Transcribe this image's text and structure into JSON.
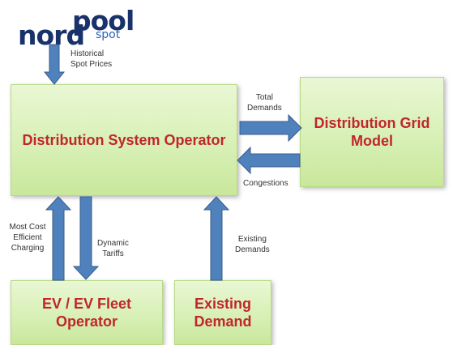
{
  "logo": {
    "part1": "nord",
    "part2": "pool",
    "part3": "spot"
  },
  "boxes": {
    "dso": "Distribution System Operator",
    "grid_model": "Distribution Grid\nModel",
    "ev_operator": "EV / EV Fleet\nOperator",
    "existing_demand": "Existing\nDemand"
  },
  "labels": {
    "historical_spot_prices": "Historical\nSpot Prices",
    "total_demands": "Total\nDemands",
    "congestions": "Congestions",
    "most_cost_efficient_charging": "Most Cost\nEfficient\nCharging",
    "dynamic_tariffs": "Dynamic\nTariffs",
    "existing_demands": "Existing\nDemands"
  },
  "colors": {
    "box_text": "#c0262c",
    "arrow_fill": "#4f81bd",
    "arrow_stroke": "#385d8a",
    "logo": "#19326c"
  }
}
